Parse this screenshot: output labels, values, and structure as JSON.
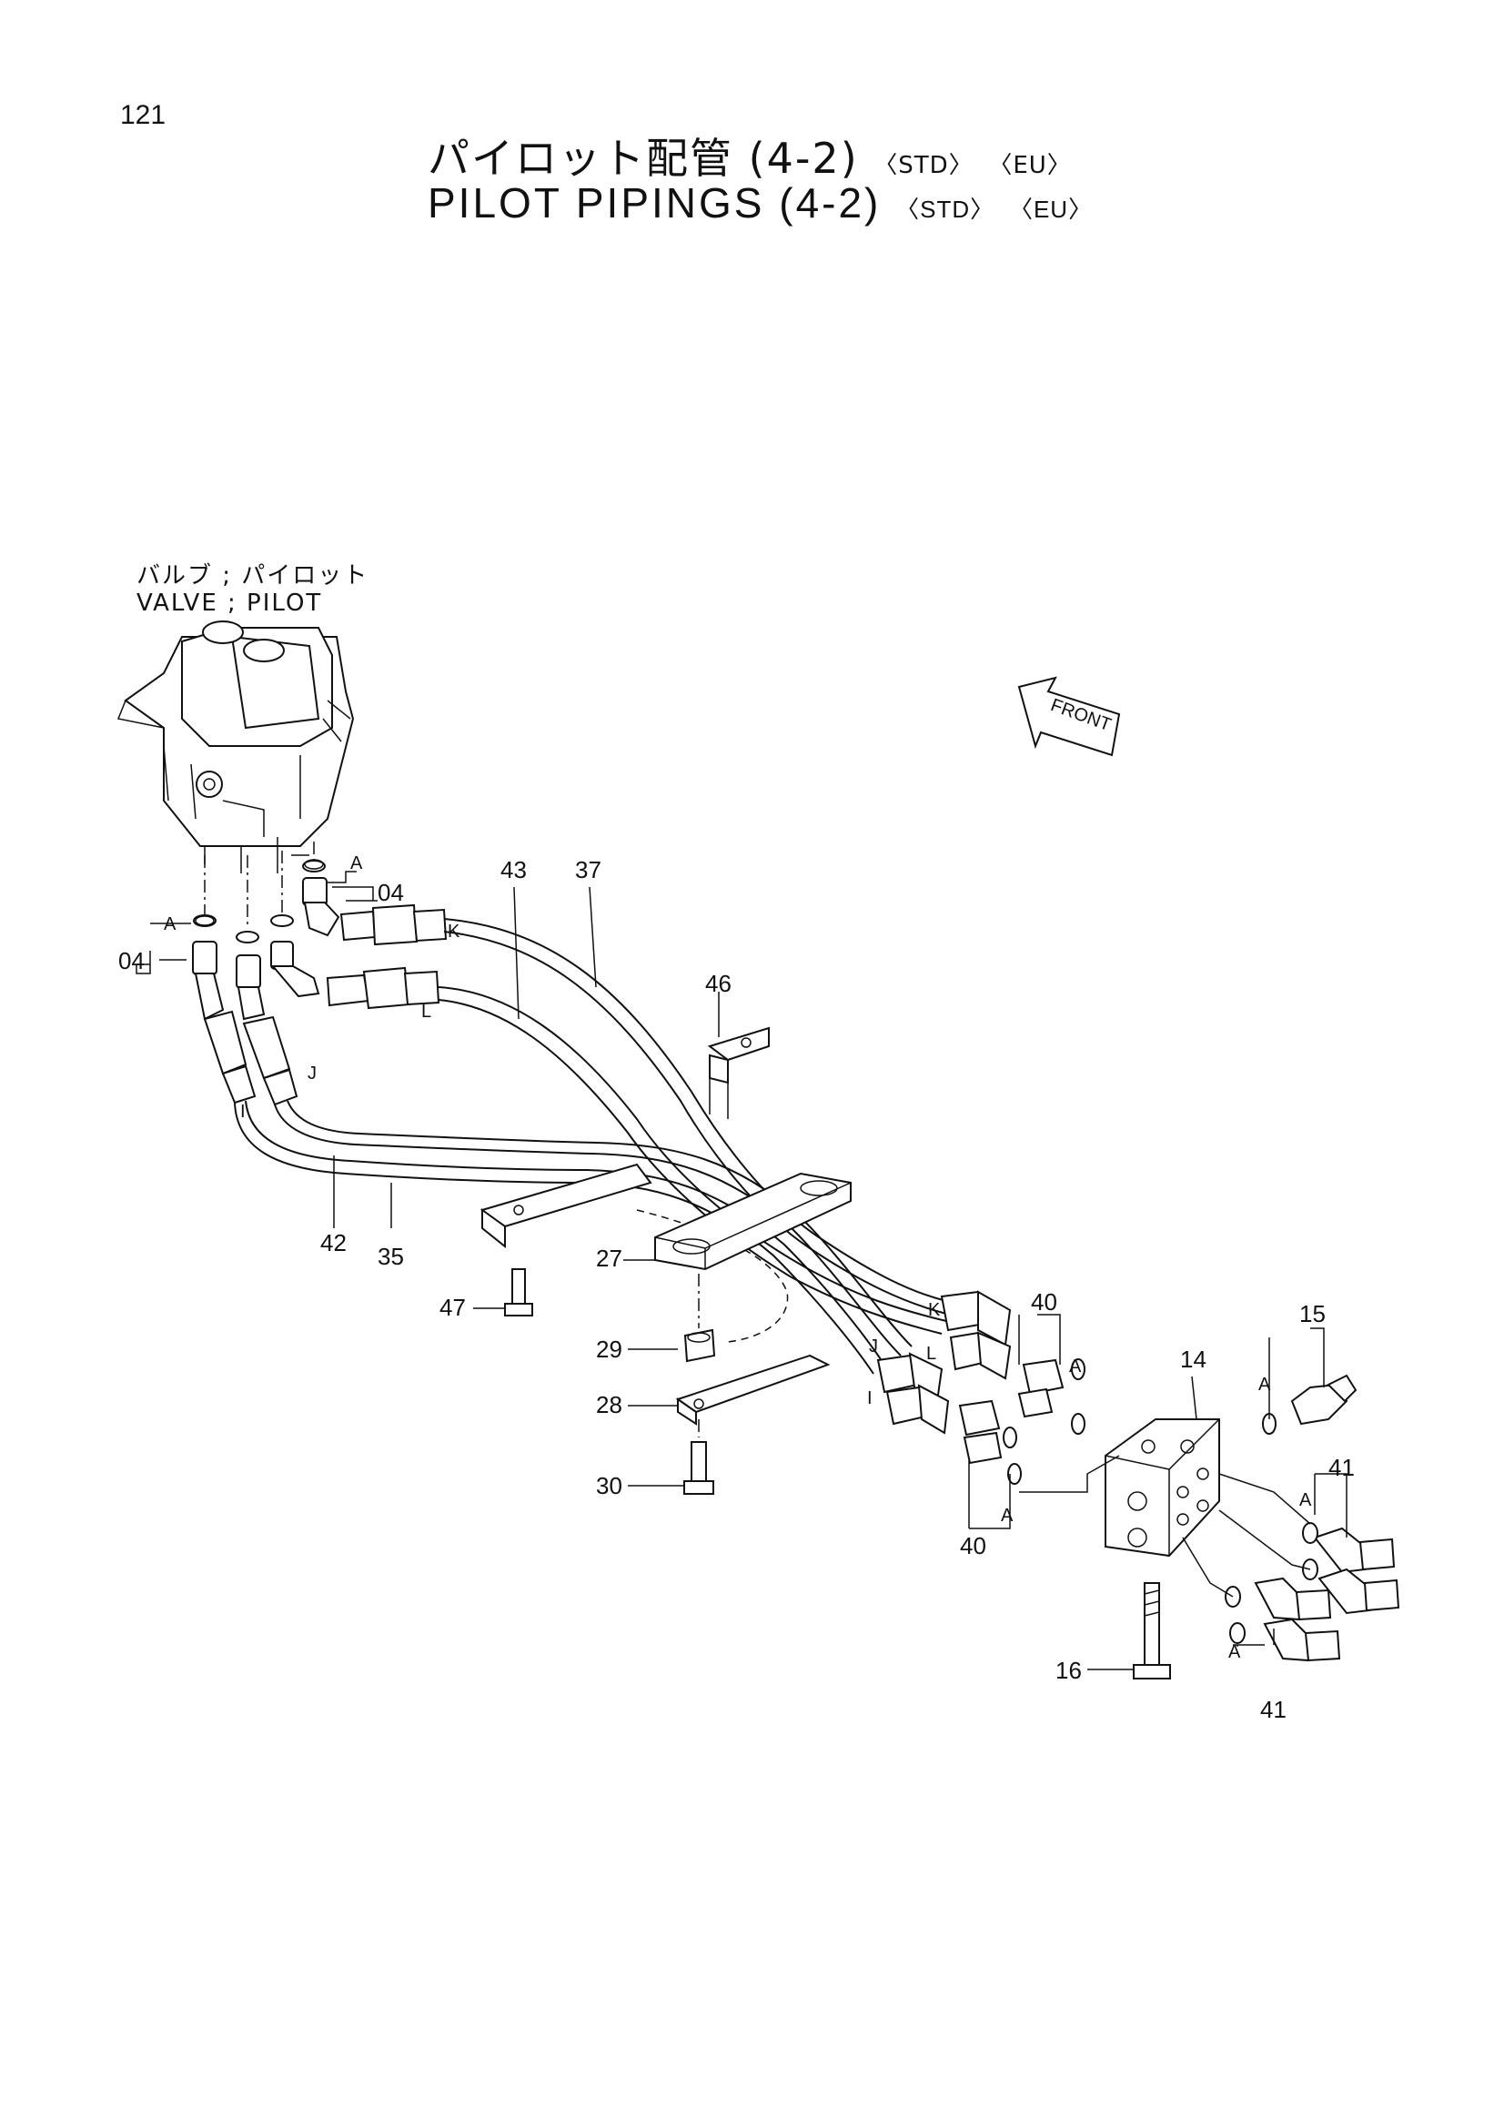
{
  "page_number": "121",
  "title_jp": {
    "text": "パイロット配管 (4-2)",
    "tags": [
      "〈STD〉",
      "〈EU〉"
    ]
  },
  "title_en": {
    "text": "PILOT  PIPINGS  (4-2)",
    "tags": [
      "〈STD〉",
      "〈EU〉"
    ]
  },
  "valve_label": {
    "jp": "バルブ ; パイロット",
    "en": "VALVE ; PILOT"
  },
  "front_label": "FRONT",
  "callouts": {
    "c04a": "04",
    "c04b": "04",
    "c43": "43",
    "c37": "37",
    "c46": "46",
    "c42": "42",
    "c35": "35",
    "c27": "27",
    "c47": "47",
    "c29": "29",
    "c28": "28",
    "c30": "30",
    "c40a": "40",
    "c40b": "40",
    "c14": "14",
    "c15": "15",
    "c41a": "41",
    "c41b": "41",
    "c16": "16"
  },
  "letters": {
    "a1": "A",
    "a2": "A",
    "a3": "A",
    "a4": "A",
    "a5": "A",
    "a6": "A",
    "a7": "A",
    "k1": "K",
    "l1": "L",
    "i1": "I",
    "j1": "J",
    "k2": "K",
    "l2": "L",
    "j2": "J",
    "i2": "I"
  }
}
